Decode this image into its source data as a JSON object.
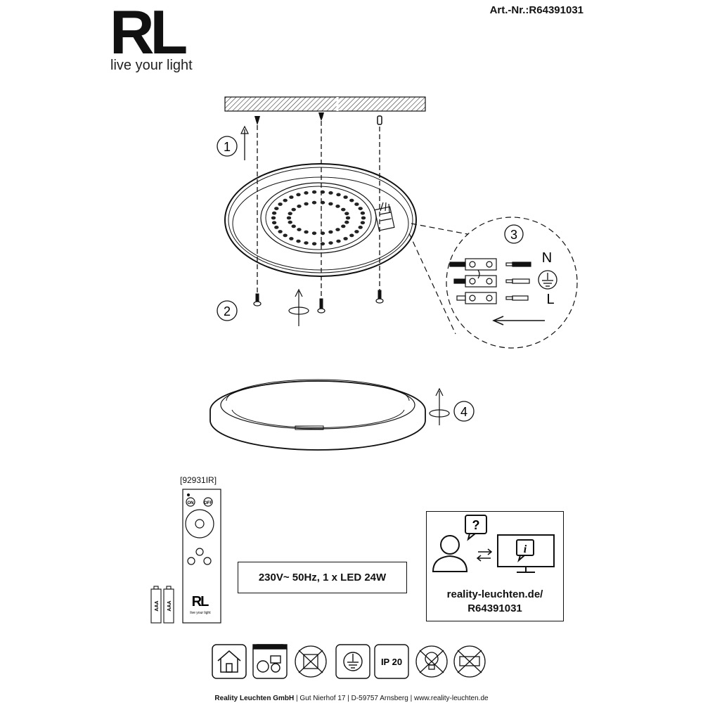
{
  "brand": {
    "mark": "RL",
    "tagline": "live your light"
  },
  "article_number": "Art.-Nr.:R64391031",
  "steps": [
    "1",
    "2",
    "3",
    "4"
  ],
  "wiring": {
    "neutral": "N",
    "live": "L"
  },
  "remote": {
    "model": "[92931IR]",
    "on_label": "ON",
    "off_label": "OFF",
    "battery_label": "AAA",
    "logo": "RL",
    "logo_tagline": "live your light"
  },
  "spec": "230V~ 50Hz, 1 x LED 24W",
  "info": {
    "url_line1": "reality-leuchten.de/",
    "url_line2": "R64391031"
  },
  "symbols": {
    "ip_rating": "IP 20"
  },
  "footer": {
    "company": "Reality Leuchten GmbH",
    "address": "Gut Nierhof 17",
    "city": "D-59757 Arnsberg",
    "website": "www.reality-leuchten.de"
  }
}
